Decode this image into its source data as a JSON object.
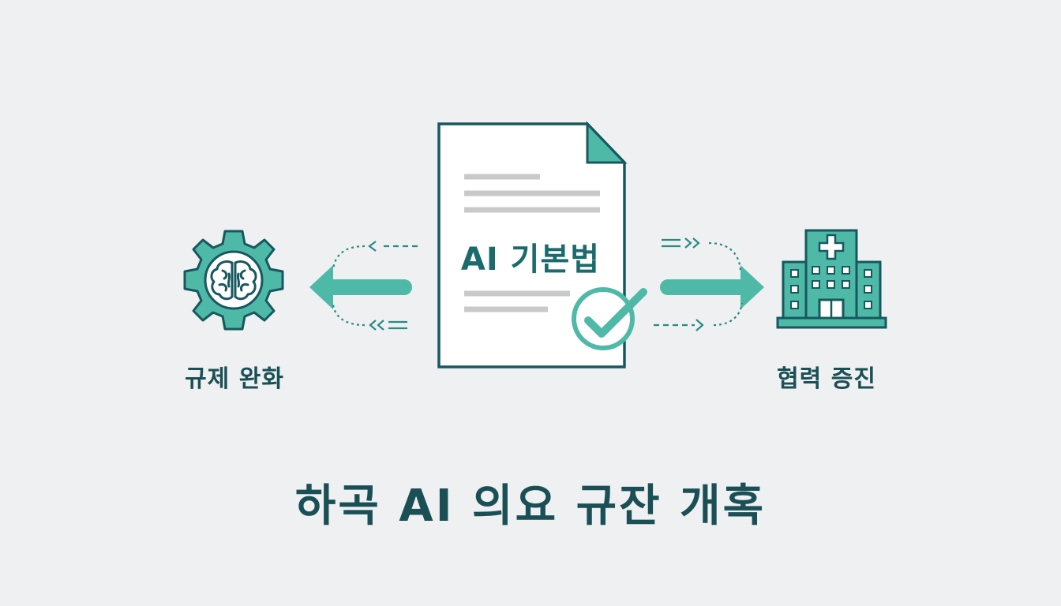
{
  "document": {
    "title": "AI 기본법"
  },
  "left_node": {
    "label": "규제 완화",
    "icon": "gear-brain-icon"
  },
  "right_node": {
    "label": "협력 증진",
    "icon": "hospital-icon"
  },
  "caption": "하곡 AI 의요 규잔 개혹",
  "colors": {
    "background": "#eef0f1",
    "accent": "#4fb9a8",
    "dark": "#17585f",
    "text": "#1b4f56",
    "doc_lines": "#c9c9c9"
  }
}
